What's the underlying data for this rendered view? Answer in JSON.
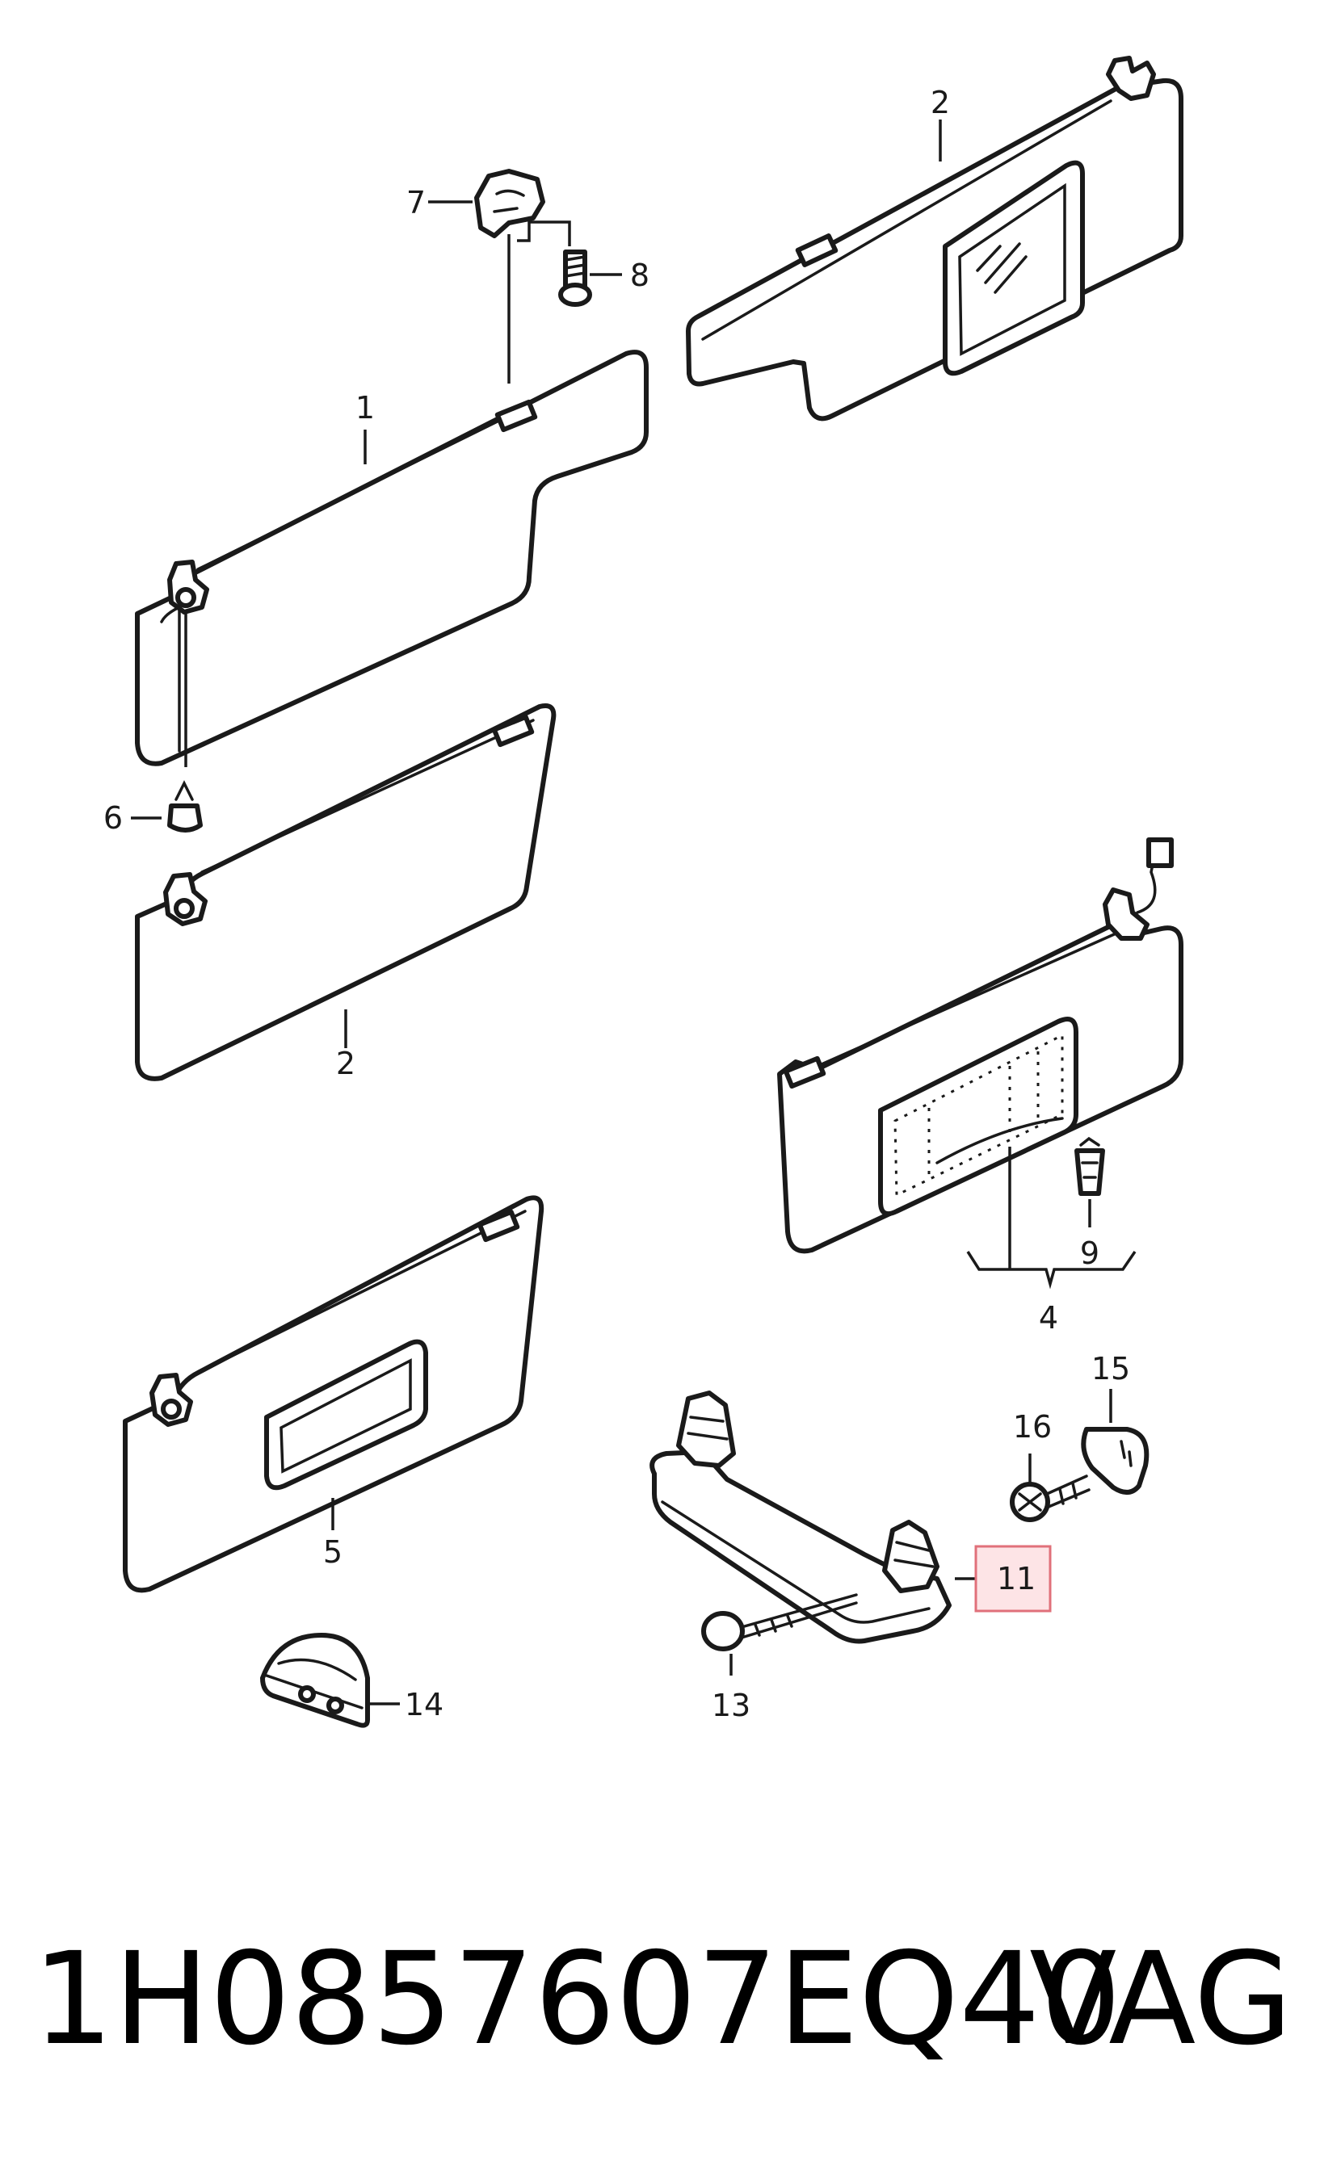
{
  "callouts": {
    "c1": "1",
    "c2_top": "2",
    "c2_mid": "2",
    "c4": "4",
    "c5": "5",
    "c6": "6",
    "c7": "7",
    "c8": "8",
    "c9": "9",
    "c11": "11",
    "c13": "13",
    "c14": "14",
    "c15": "15",
    "c16": "16"
  },
  "highlighted_callout": "11",
  "highlight_color": "#fde4e6",
  "footer": {
    "part_number": "1H0857607EQ40",
    "brand": "VAG"
  }
}
